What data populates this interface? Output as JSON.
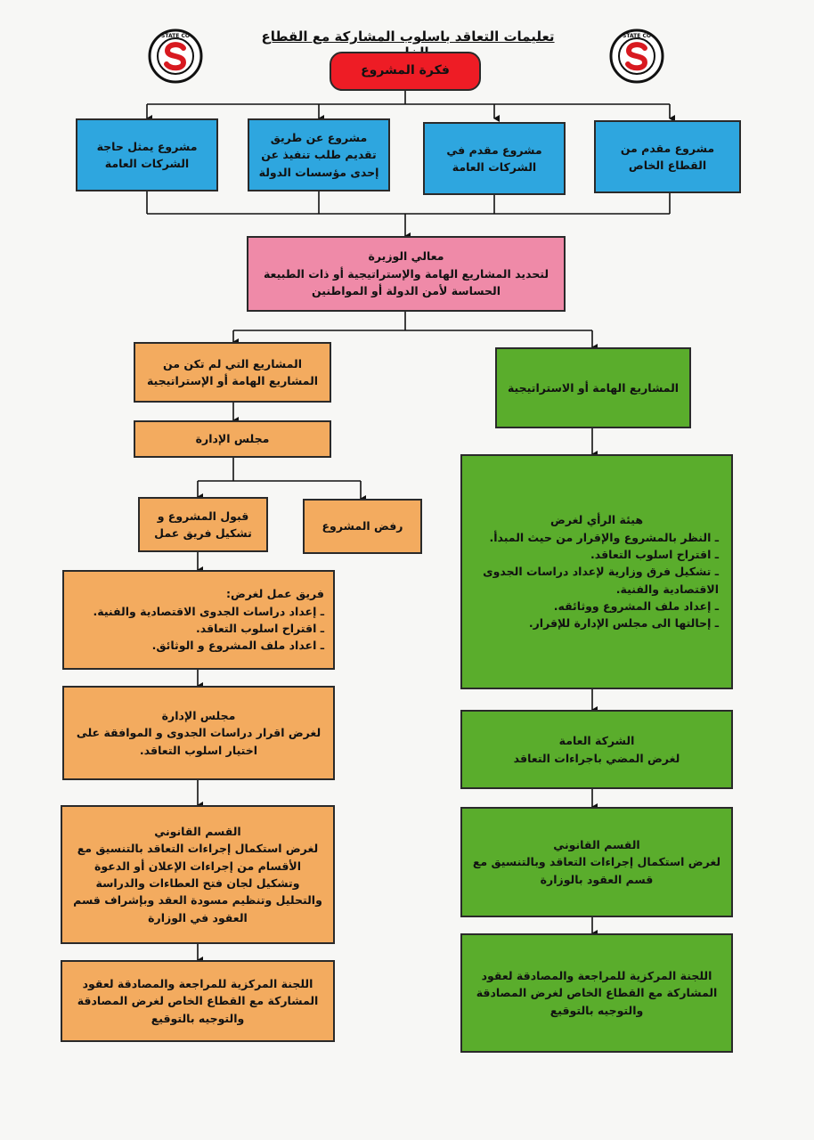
{
  "header": {
    "title": "تعليمات التعاقد باسلوب المشاركة مع القطاع الخاص"
  },
  "logo": {
    "text": "STATE CO"
  },
  "nodes": {
    "idea": "فكرة المشروع",
    "source_private": "مشروع مقدم من القطاع الخاص",
    "source_public_companies": "مشروع مقدم في الشركات العامة",
    "source_state_request": "مشروع عن طريق تقديم طلب تنفيذ عن إحدى مؤسسات الدولة",
    "source_need": "مشروع يمثل حاجة الشركات العامة",
    "minister_title": "معالي الوزيرة",
    "minister_text": "لتحديد المشاريع الهامة والإستراتيجية أو ذات الطبيعة الحساسة لأمن الدولة أو المواطنين",
    "strategic": "المشاريع الهامة أو الاستراتيجية",
    "non_strategic": "المشاريع التي لم تكن من المشاريع الهامة أو الإستراتيجية",
    "board": "مجلس الإدارة",
    "reject": "رفض المشروع",
    "accept": "قبول المشروع و تشكيل فريق عمل",
    "team_title": "فريق عمل لغرض:",
    "team_items": [
      "ـ إعداد دراسات الجدوى الاقتصادية والفنية.",
      "ـ اقتراح اسلوب التعاقد.",
      "ـ اعداد ملف المشروع و الوثائق."
    ],
    "board2_title": "مجلس الإدارة",
    "board2_text": "لغرض اقرار دراسات الجدوى و الموافقة على اختيار اسلوب التعاقد.",
    "legal_left_title": "القسم القانوني",
    "legal_left_text": "لغرض استكمال إجراءات التعاقد بالتنسيق مع الأقسام من إجراءات الإعلان أو الدعوة وتشكيل لجان فتح العطاءات والدراسة والتحليل وتنظيم مسودة العقد وبإشراف قسم العقود في الوزارة",
    "central_left": "اللجنة المركزية للمراجعة والمصادقة لعقود المشاركة مع القطاع الخاص لغرض المصادقة والتوجيه بالتوقيع",
    "advisory_title": "هيئة الرأي لغرض",
    "advisory_items": [
      "ـ النظر بالمشروع والإقرار من حيث المبدأ.",
      "ـ اقتراح اسلوب التعاقد.",
      "ـ تشكيل فرق وزارية لإعداد دراسات الجدوى الاقتصادية والفنية.",
      "ـ إعداد ملف المشروع ووثائقه.",
      "ـ إحالتها الى مجلس الإدارة للإقرار."
    ],
    "company_title": "الشركة العامة",
    "company_text": "لغرض المضي باجراءات التعاقد",
    "legal_right_title": "القسم القانوني",
    "legal_right_text": "لغرض استكمال إجراءات التعاقد وبالتنسيق مع قسم العقود بالوزارة",
    "central_right": "اللجنة المركزية للمراجعة والمصادقة لعقود المشاركة مع القطاع الخاص لغرض المصادقة والتوجيه بالتوقيع"
  },
  "colors": {
    "blue": "#2ea6df",
    "pink": "#ef8aa8",
    "orange": "#f3ab5f",
    "green": "#5aad2c",
    "red": "#ee1c25"
  }
}
